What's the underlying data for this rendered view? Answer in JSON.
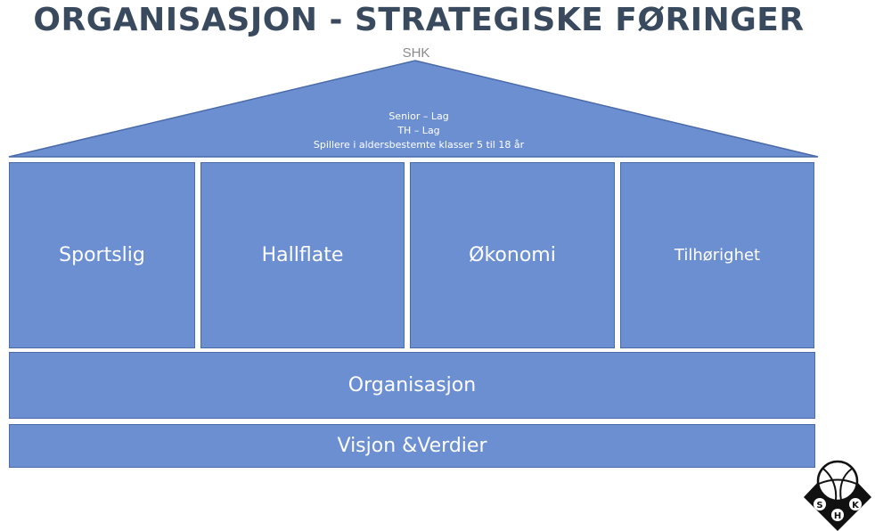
{
  "title": "ORGANISASJON - STRATEGISKE FØRINGER",
  "roof": {
    "label": "SHK",
    "lines": [
      "Senior – Lag",
      "TH – Lag",
      "Spillere i aldersbestemte klasser 5 til 18 år"
    ]
  },
  "pillars": [
    {
      "label": "Sportslig"
    },
    {
      "label": "Hallflate"
    },
    {
      "label": "Økonomi"
    },
    {
      "label": "Tilhørighet"
    }
  ],
  "foundation": {
    "organisation": "Organisasjon",
    "vision": "Visjon &Verdier"
  },
  "logo": {
    "letters": [
      "S",
      "H",
      "K"
    ]
  },
  "colors": {
    "block_fill": "#6c8fd2",
    "block_border": "#4a6aa8",
    "title": "#3a4a5e"
  }
}
